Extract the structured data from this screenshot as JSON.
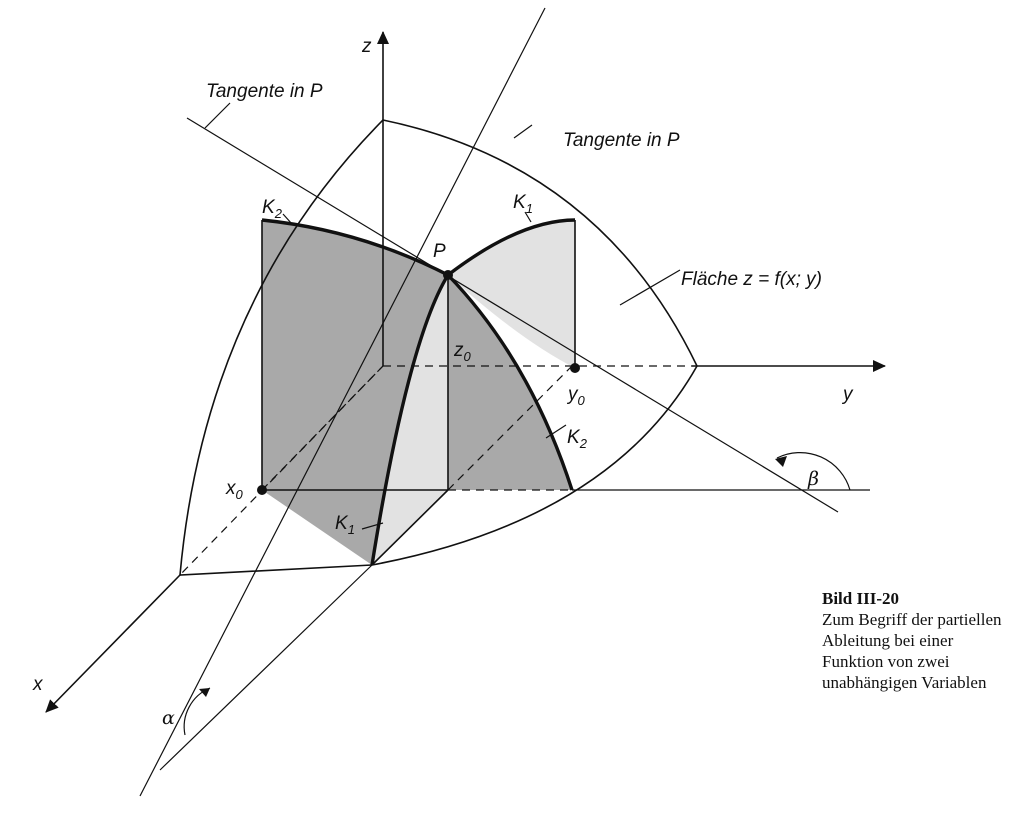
{
  "labels": {
    "axis_z": "z",
    "axis_y": "y",
    "axis_x": "x",
    "tangent_left": "Tangente in P",
    "tangent_right": "Tangente in P",
    "point_p": "P",
    "surface": "Fläche z = f(x; y)",
    "k2_top": {
      "main": "K",
      "sub": "2"
    },
    "k1_top": {
      "main": "K",
      "sub": "1"
    },
    "k2_right": {
      "main": "K",
      "sub": "2"
    },
    "k1_bottom": {
      "main": "K",
      "sub": "1"
    },
    "z0": {
      "main": "z",
      "sub": "0"
    },
    "y0": {
      "main": "y",
      "sub": "0"
    },
    "x0": {
      "main": "x",
      "sub": "0"
    },
    "alpha": "α",
    "beta": "β"
  },
  "caption": {
    "title": "Bild III-20",
    "text": "Zum Begriff der partiellen Ableitung bei einer Funktion von zwei unabhängigen Variablen"
  },
  "colors": {
    "dark_fill": "#a9a9a9",
    "light_fill": "#e2e2e2",
    "line": "#111111"
  }
}
